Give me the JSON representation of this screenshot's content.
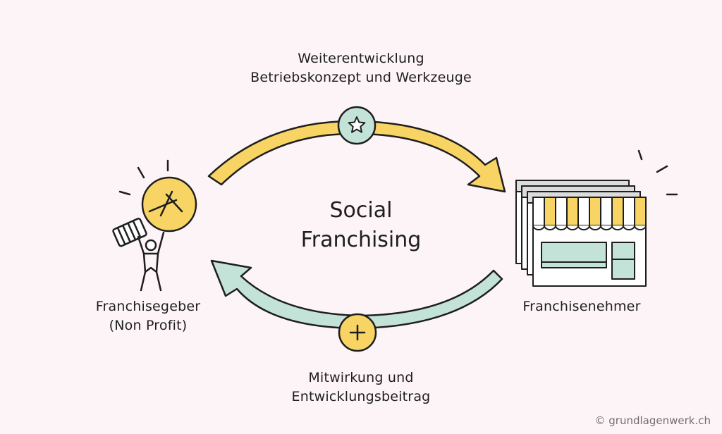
{
  "top_flow": {
    "line1": "Weiterentwicklung",
    "line2": "Betriebskonzept und Werkzeuge"
  },
  "bottom_flow": {
    "line1": "Mitwirkung und",
    "line2": "Entwicklungsbeitrag"
  },
  "center": {
    "line1": "Social",
    "line2": "Franchising"
  },
  "left_party": {
    "line1": "Franchisegeber",
    "line2": "(Non Profit)"
  },
  "right_party": {
    "line1": "Franchisenehmer"
  },
  "copyright": "© grundlagenwerk.ch",
  "colors": {
    "background": "#fdf4f7",
    "yellow": "#f7d463",
    "mint": "#c3e3d8",
    "outline": "#1e1e1e"
  },
  "icons": {
    "top_badge": "star-icon",
    "bottom_badge": "plus-icon",
    "left_party": "lightbulb-person-icon",
    "right_party": "shop-icon"
  }
}
